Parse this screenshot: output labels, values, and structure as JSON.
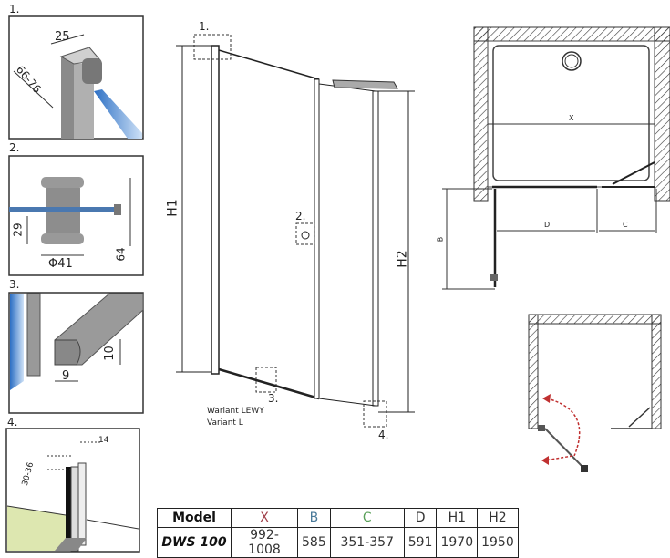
{
  "details": [
    {
      "label": "1.",
      "dims": [
        "25",
        "66-76"
      ]
    },
    {
      "label": "2.",
      "dims": [
        "29",
        "Φ41",
        "64"
      ]
    },
    {
      "label": "3.",
      "dims": [
        "9",
        "10"
      ]
    },
    {
      "label": "4.",
      "dims": [
        "14",
        "30-36"
      ]
    }
  ],
  "elevation": {
    "callouts": [
      "1.",
      "2.",
      "3.",
      "4."
    ],
    "h1": "H1",
    "h2": "H2",
    "variant_pl": "Wariant LEWY",
    "variant_en": "Variant L"
  },
  "plan": {
    "x": "X",
    "b": "B",
    "c": "C",
    "d": "D"
  },
  "colors": {
    "x": "#a0404a",
    "b": "#4a7a9a",
    "c": "#5aa05a",
    "glass": "#3a7fd0",
    "swing": "#c03030"
  },
  "table": {
    "headers": [
      "Model",
      "X",
      "B",
      "C",
      "D",
      "H1",
      "H2"
    ],
    "row": [
      "DWS 100",
      "992-1008",
      "585",
      "351-357",
      "591",
      "1970",
      "1950"
    ]
  }
}
